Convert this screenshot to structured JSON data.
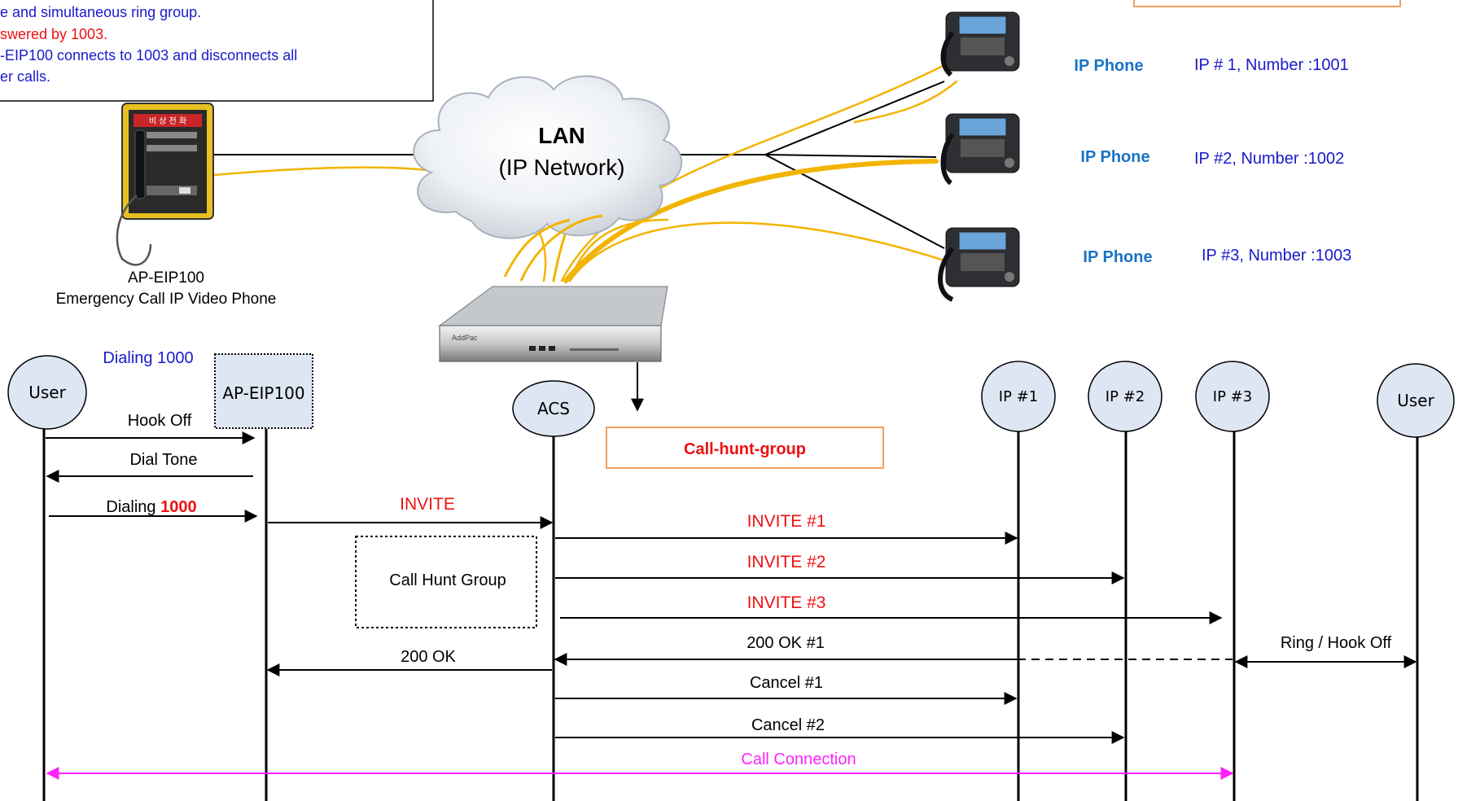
{
  "note": {
    "line1": "e and simultaneous ring group.",
    "line2": "swered by 1003.",
    "line3": "-EIP100 connects to 1003 and disconnects all",
    "line4": "er calls."
  },
  "lan": {
    "title": "LAN",
    "subtitle": "(IP Network)"
  },
  "emergency_phone": {
    "model": "AP-EIP100",
    "description": "Emergency Call IP Video Phone",
    "panel_text": "비 상 전 화"
  },
  "ip_phones": [
    {
      "type": "IP Phone",
      "info": "IP # 1, Number :1001"
    },
    {
      "type": "IP Phone",
      "info": "IP #2, Number :1002"
    },
    {
      "type": "IP Phone",
      "info": "IP #3, Number :1003"
    }
  ],
  "gateway": {
    "brand": "AddPac"
  },
  "hunt_group_label": "Call-hunt-group",
  "dialing_label": "Dialing 1000",
  "call_hunt_group_box": "Call Hunt Group",
  "lifelines": {
    "user_left": "User",
    "ap_eip100": "AP-EIP100",
    "acs": "ACS",
    "ip1": "IP #1",
    "ip2": "IP #2",
    "ip3": "IP #3",
    "user_right": "User"
  },
  "messages": {
    "hook_off": "Hook Off",
    "dial_tone": "Dial Tone",
    "dialing_prefix": "Dialing ",
    "dialing_number": "1000",
    "invite": "INVITE",
    "invite1": "INVITE  #1",
    "invite2": "INVITE  #2",
    "invite3": "INVITE  #3",
    "ok1": "200 OK #1",
    "ok": "200 OK",
    "ring_hook_off": "Ring / Hook Off",
    "cancel1": "Cancel #1",
    "cancel2": "Cancel #2",
    "call_connection": "Call Connection"
  },
  "colors": {
    "blue_text": "#1a1acc",
    "red_text": "#ee1111",
    "phone_label": "#1a73c6",
    "magenta": "#ff22ff",
    "orange_box": "#f0a060",
    "lifeline_fill": "#dde6f2",
    "cable": "#f2b400"
  }
}
